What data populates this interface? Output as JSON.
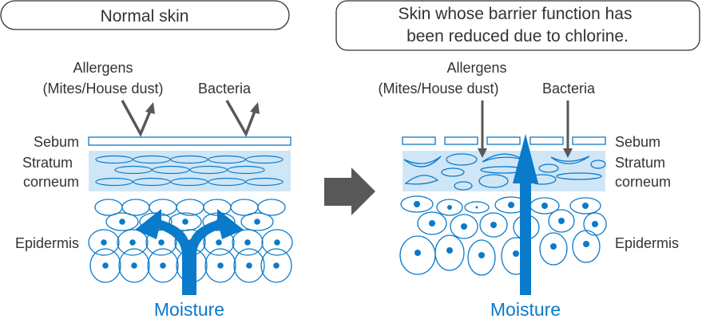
{
  "left_panel": {
    "title": "Normal skin",
    "allergens_line1": "Allergens",
    "allergens_line2": "(Mites/House dust)",
    "bacteria": "Bacteria",
    "sebum": "Sebum",
    "stratum_line1": "Stratum",
    "stratum_line2": "corneum",
    "epidermis": "Epidermis",
    "moisture": "Moisture"
  },
  "right_panel": {
    "title_line1": "Skin whose barrier function has",
    "title_line2": "been reduced due to chlorine.",
    "allergens_line1": "Allergens",
    "allergens_line2": "(Mites/House dust)",
    "bacteria": "Bacteria",
    "sebum": "Sebum",
    "stratum_line1": "Stratum",
    "stratum_line2": "corneum",
    "epidermis": "Epidermis",
    "moisture": "Moisture"
  },
  "colors": {
    "accent_blue": "#0a7acb",
    "layer_fill": "#cfe6f7",
    "arrow_gray": "#595757",
    "text": "#333333"
  }
}
